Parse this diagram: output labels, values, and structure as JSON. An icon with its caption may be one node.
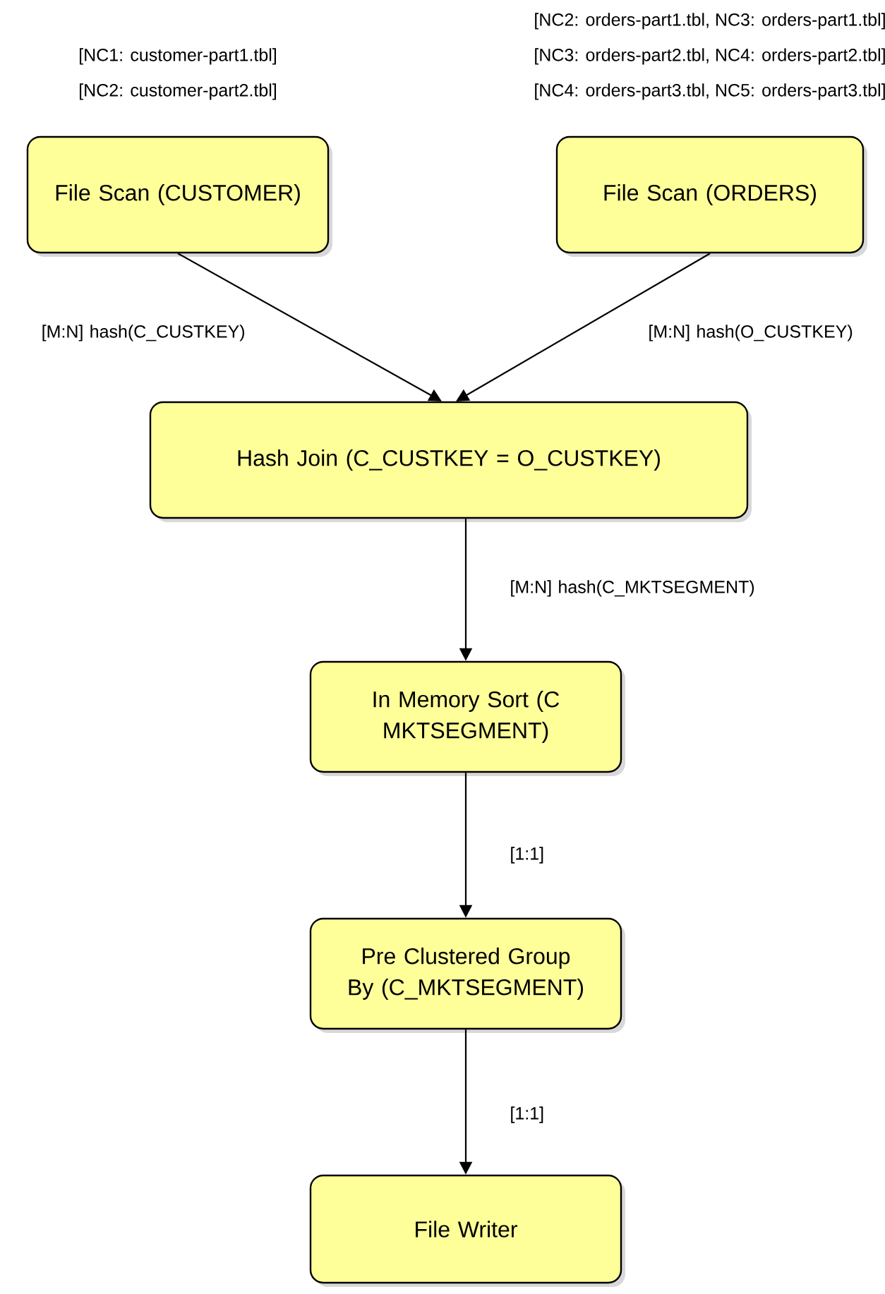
{
  "diagram": {
    "nodes": [
      {
        "text": [
          "File Scan (CUSTOMER)"
        ],
        "beside": [
          "[NC1: customer-part1.tbl]",
          "[NC2: customer-part2.tbl]"
        ]
      },
      {
        "text": [
          "File Scan (ORDERS)"
        ],
        "beside": [
          "[NC2: orders-part1.tbl, NC3: orders-part1.tbl]",
          "[NC3: orders-part2.tbl, NC4: orders-part2.tbl]",
          "[NC4: orders-part3.tbl, NC5: orders-part3.tbl]"
        ]
      },
      {
        "text": [
          "Hash Join (C_CUSTKEY = O_CUSTKEY)"
        ]
      },
      {
        "text": [
          "In Memory Sort (C MKTSEGMENT)"
        ]
      },
      {
        "text": [
          "Pre Clustered Group By (C_MKTSEGMENT)"
        ]
      },
      {
        "text": [
          "File Writer"
        ]
      }
    ],
    "edges": [
      {
        "from": 0,
        "to": 2,
        "arrow": "to",
        "label": "[M:N] hash(C_CUSTKEY)"
      },
      {
        "from": 1,
        "to": 2,
        "arrow": "to",
        "label": "[M:N] hash(O_CUSTKEY)"
      },
      {
        "from": 2,
        "to": 3,
        "arrow": "to",
        "label": "[M:N] hash(C_MKTSEGMENT)"
      },
      {
        "from": 3,
        "to": 4,
        "arrow": "to",
        "label": "[1:1]"
      },
      {
        "from": 4,
        "to": 5,
        "arrow": "to",
        "label": "[1:1]"
      }
    ]
  }
}
